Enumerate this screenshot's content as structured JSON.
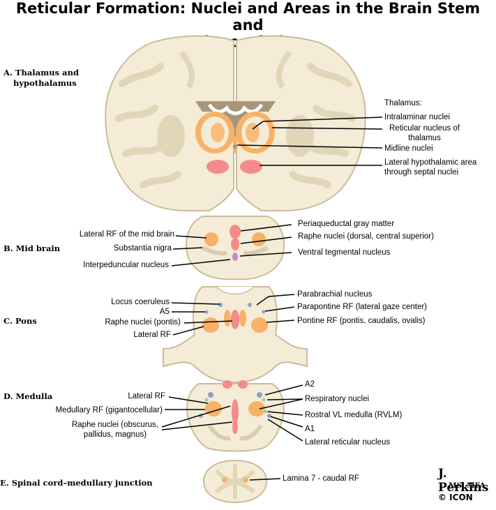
{
  "title_line1": "Reticular Formation: Nuclei and Areas in the Brain Stem and",
  "title_line2": "Diencephalon",
  "sections": {
    "a_line1": "A. Thalamus and",
    "a_line2": "hypothalamus",
    "b": "B. Mid brain",
    "c": "C. Pons",
    "d": "D. Medulla",
    "e": "E. Spinal cord–medullary junction"
  },
  "labels": {
    "thalamus_heading": "Thalamus:",
    "intralaminar": "Intralaminar nuclei",
    "reticular_nucleus_1": "Reticular nucleus of",
    "reticular_nucleus_2": "thalamus",
    "midline": "Midline nuclei",
    "lateral_hypothalamic_1": "Lateral hypothalamic area",
    "lateral_hypothalamic_2": "through septal nuclei",
    "lateral_rf_midbrain": "Lateral RF of the mid brain",
    "substantia_nigra": "Substantia nigra",
    "interpeduncular": "Interpeduncular nucleus",
    "periaqueductal": "Periaqueductal gray matter",
    "raphe_midbrain": "Raphe nuclei (dorsal, central superior)",
    "ventral_tegmental": "Ventral tegmental nucleus",
    "locus_coeruleus": "Locus coeruleus",
    "a5": "A5",
    "raphe_pontis": "Raphe nuclei (pontis)",
    "lateral_rf_pons": "Lateral RF",
    "parabrachial": "Parabrachial nucleus",
    "parapontine": "Parapontine RF (lateral gaze center)",
    "pontine_rf": "Pontine RF (pontis, caudalis, ovalis)",
    "lateral_rf_medulla": "Lateral RF",
    "medullary_rf": "Medullary RF (gigantocellular)",
    "raphe_medulla_1": "Raphe nuclei (obscurus,",
    "raphe_medulla_2": "pallidus, magnus)",
    "a2": "A2",
    "respiratory": "Respiratory nuclei",
    "rostral_vl": "Rostral VL medulla (RVLM)",
    "a1": "A1",
    "lateral_reticular": "Lateral reticular nucleus",
    "lamina7": "Lamina 7 - caudal RF"
  },
  "signature": {
    "name": "J. Perkins",
    "degrees": "MS, MFA",
    "copyright": "© ICON"
  },
  "colors": {
    "tissue": "#f4ecd6",
    "tissue_edge": "#c9bc9c",
    "orange_nucleus": "#f7b267",
    "pink_nucleus": "#f48b8b",
    "purple_nucleus": "#c48ac8",
    "blue_nucleus": "#8aa0d0",
    "green_nucleus": "#8fd0a8"
  }
}
